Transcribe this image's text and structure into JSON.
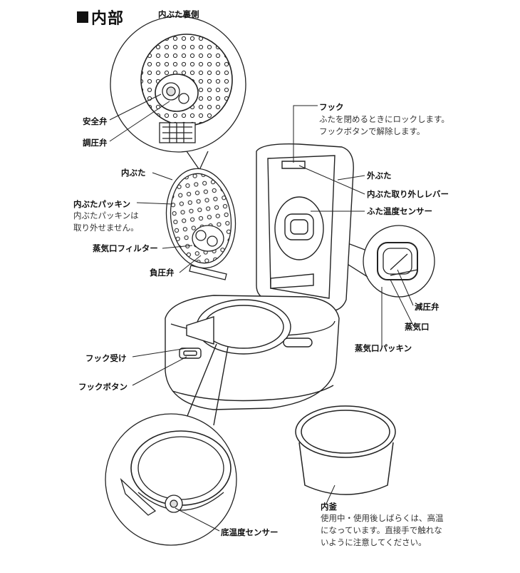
{
  "section": {
    "title": "内部"
  },
  "labels": {
    "lid_back": "内ぶた裏側",
    "safety_valve": "安全弁",
    "pressure_valve": "調圧弁",
    "inner_lid": "内ぶた",
    "inner_lid_packing": "内ぶたパッキン",
    "inner_lid_packing_note_1": "内ぶたパッキンは",
    "inner_lid_packing_note_2": "取り外せません。",
    "steam_filter": "蒸気口フィルター",
    "negative_valve": "負圧弁",
    "hook": "フック",
    "hook_note_1": "ふたを閉めるときにロックします。",
    "hook_note_2": "フックボタンで解除します。",
    "outer_lid": "外ぶた",
    "release_lever": "内ぶた取り外しレバー",
    "lid_temp_sensor": "ふた温度センサー",
    "decompress_valve": "減圧弁",
    "steam_port": "蒸気口",
    "steam_port_packing": "蒸気口パッキン",
    "hook_receiver": "フック受け",
    "hook_button": "フックボタン",
    "bottom_temp_sensor": "底温度センサー",
    "inner_pot": "内釜",
    "inner_pot_note_1": "使用中・使用後しばらくは、高温",
    "inner_pot_note_2": "になっています。直接手で触れな",
    "inner_pot_note_3": "いように注意してください。"
  }
}
